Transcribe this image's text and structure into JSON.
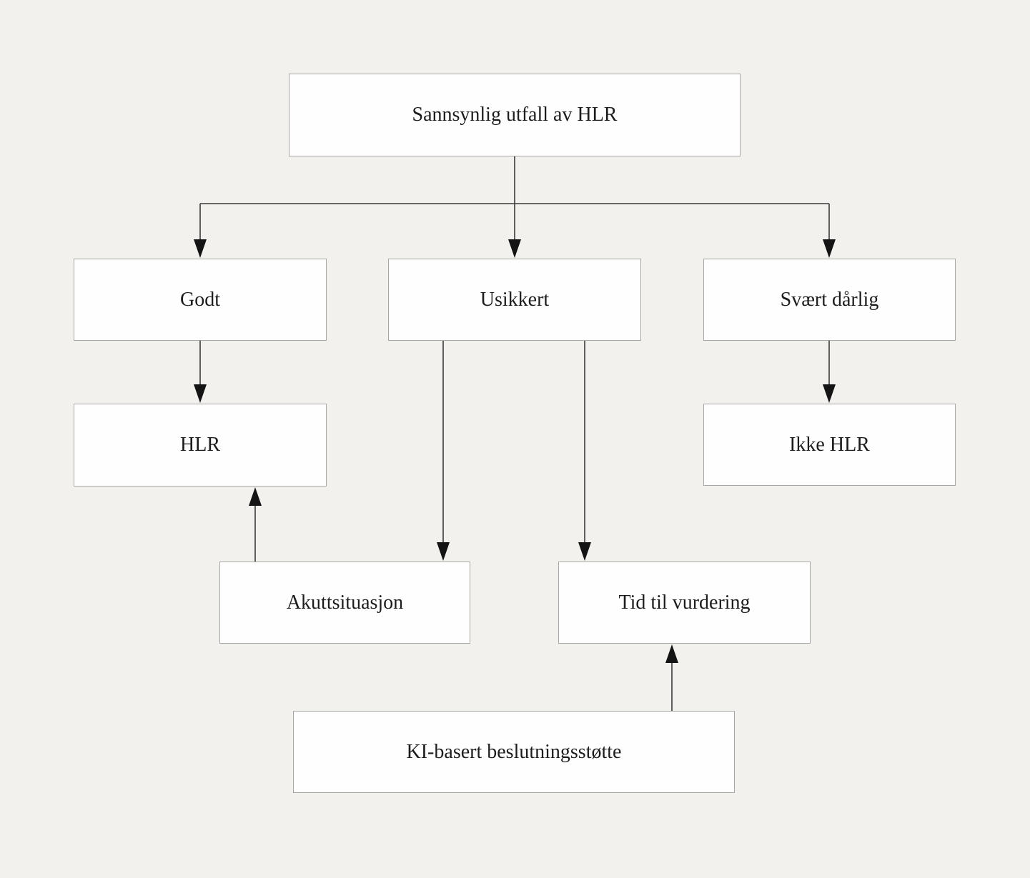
{
  "diagram": {
    "nodes": {
      "root": {
        "label": "Sannsynlig utfall av HLR"
      },
      "godt": {
        "label": "Godt"
      },
      "usikkert": {
        "label": "Usikkert"
      },
      "svaert_daarlig": {
        "label": "Svært dårlig"
      },
      "hlr": {
        "label": "HLR"
      },
      "ikke_hlr": {
        "label": "Ikke HLR"
      },
      "akuttsituasjon": {
        "label": "Akuttsituasjon"
      },
      "tid_til_vurdering": {
        "label": "Tid til vurdering"
      },
      "ki_basert_beslutningsstotte": {
        "label": "KI-basert beslutningsstøtte"
      }
    },
    "edges": [
      {
        "from": "root",
        "to": "godt",
        "direction": "down"
      },
      {
        "from": "root",
        "to": "usikkert",
        "direction": "down"
      },
      {
        "from": "root",
        "to": "svaert_daarlig",
        "direction": "down"
      },
      {
        "from": "godt",
        "to": "hlr",
        "direction": "down"
      },
      {
        "from": "svaert_daarlig",
        "to": "ikke_hlr",
        "direction": "down"
      },
      {
        "from": "usikkert",
        "to": "akuttsituasjon",
        "direction": "down"
      },
      {
        "from": "usikkert",
        "to": "tid_til_vurdering",
        "direction": "down"
      },
      {
        "from": "akuttsituasjon",
        "to": "hlr",
        "direction": "up"
      },
      {
        "from": "ki_basert_beslutningsstotte",
        "to": "tid_til_vurdering",
        "direction": "up"
      }
    ],
    "colors": {
      "page-bg": "#f2f1ee",
      "box-bg": "#fefefe",
      "box-border": "#a9a7a4",
      "text": "#1c1c1c",
      "line": "#3a3a3a",
      "arrow": "#141414"
    }
  }
}
